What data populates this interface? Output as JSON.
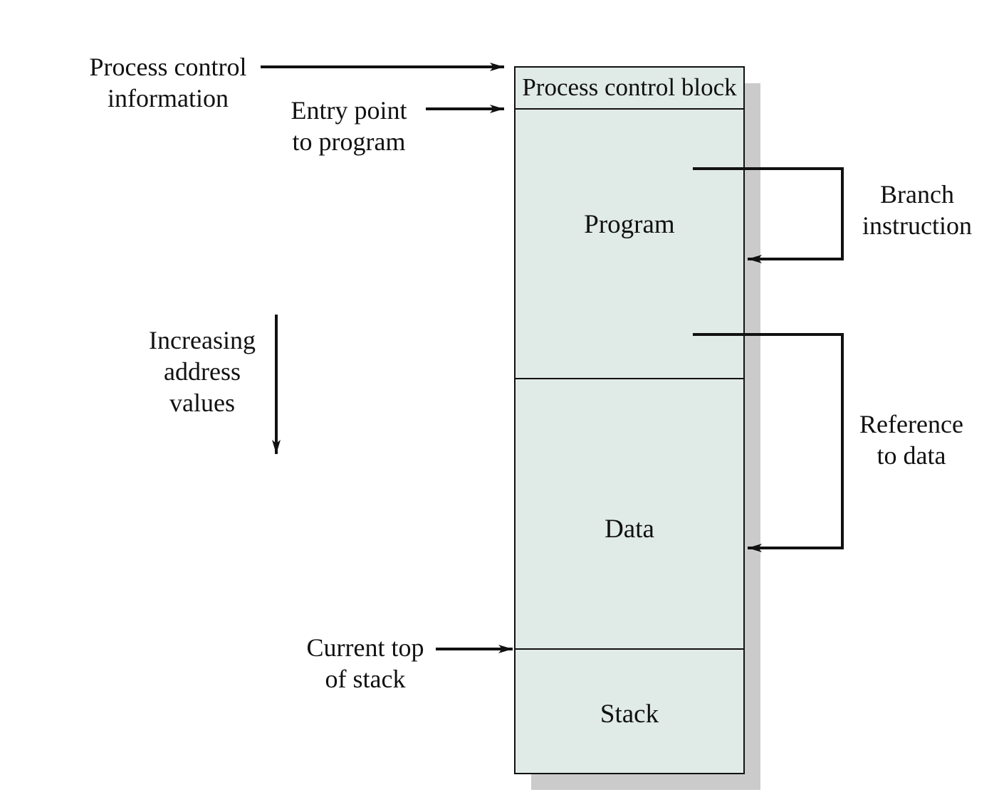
{
  "colors": {
    "segment_fill": "#e0eae7",
    "shadow": "#cbcbcb",
    "ink": "#111111"
  },
  "segments": {
    "pcb": "Process control block",
    "program": "Program",
    "data": "Data",
    "stack": "Stack"
  },
  "labels": {
    "process_control_information": [
      "Process control",
      "information"
    ],
    "entry_point": [
      "Entry point",
      "to program"
    ],
    "increasing_address": [
      "Increasing",
      "address",
      "values"
    ],
    "current_top_of_stack": [
      "Current top",
      "of stack"
    ],
    "branch_instruction": [
      "Branch",
      "instruction"
    ],
    "reference_to_data": [
      "Reference",
      "to data"
    ]
  }
}
